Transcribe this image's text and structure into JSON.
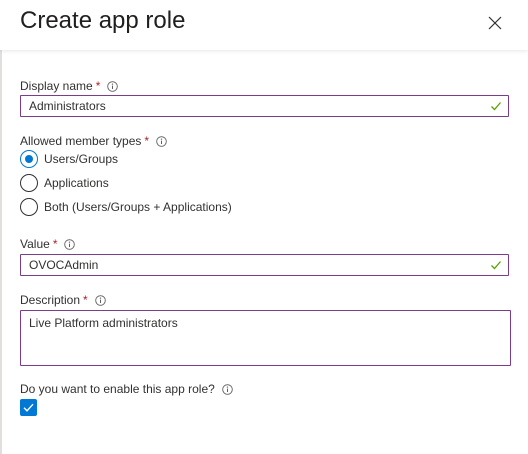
{
  "panel": {
    "title": "Create app role",
    "close_icon": "close-icon"
  },
  "display_name": {
    "label": "Display name",
    "required_marker": "*",
    "value": "Administrators",
    "valid": true
  },
  "allowed_member_types": {
    "label": "Allowed member types",
    "required_marker": "*",
    "options": [
      {
        "label": "Users/Groups",
        "selected": true
      },
      {
        "label": "Applications",
        "selected": false
      },
      {
        "label": "Both (Users/Groups + Applications)",
        "selected": false
      }
    ]
  },
  "value": {
    "label": "Value",
    "required_marker": "*",
    "value": "OVOCAdmin",
    "valid": true
  },
  "description": {
    "label": "Description",
    "required_marker": "*",
    "value": "Live Platform administrators"
  },
  "enable": {
    "label": "Do you want to enable this app role?",
    "checked": true
  },
  "colors": {
    "accent": "#0078d4",
    "required": "#a4262c",
    "field_border": "#7a3d8c",
    "valid_check": "#57a300"
  }
}
